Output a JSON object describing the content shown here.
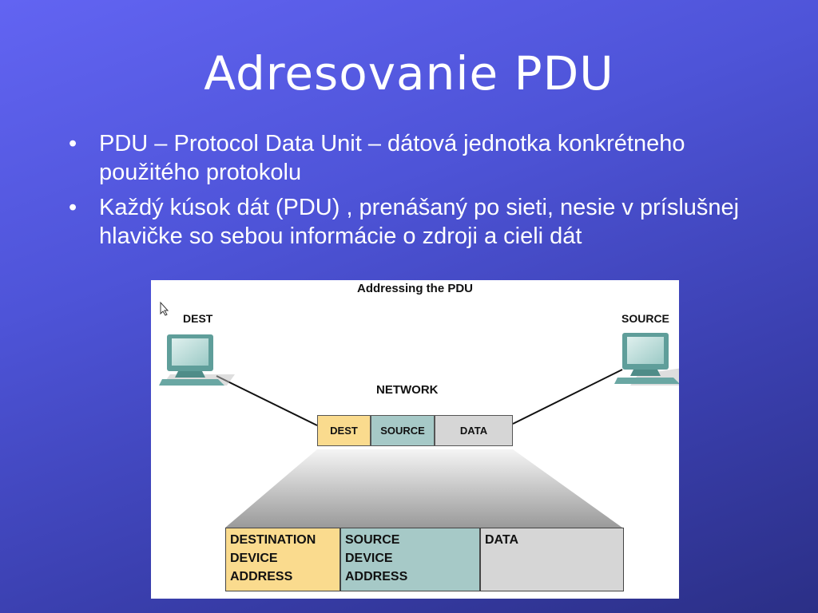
{
  "title": "Adresovanie PDU",
  "bullets": [
    {
      "marker": "•",
      "text": "PDU – Protocol Data Unit – dátová jednotka konkrétneho použitého protokolu"
    },
    {
      "marker": "•",
      "text": "Každý kúsok dát (PDU) , prenášaný po sieti, nesie v príslušnej hlavičke so sebou informácie o zdroji a cieli dát"
    }
  ],
  "diagram": {
    "title": "Addressing the PDU",
    "dest_label": "DEST",
    "source_label": "SOURCE",
    "network_label": "NETWORK",
    "pdu_small": {
      "dest": "DEST",
      "source": "SOURCE",
      "data": "DATA"
    },
    "pdu_large": {
      "dest": [
        "DESTINATION",
        "DEVICE",
        "ADDRESS"
      ],
      "source": [
        "SOURCE",
        "DEVICE",
        "ADDRESS"
      ],
      "data": [
        "DATA"
      ]
    },
    "colors": {
      "dest": "#fadb8e",
      "source": "#a6c9c7",
      "data": "#d6d6d6"
    }
  }
}
